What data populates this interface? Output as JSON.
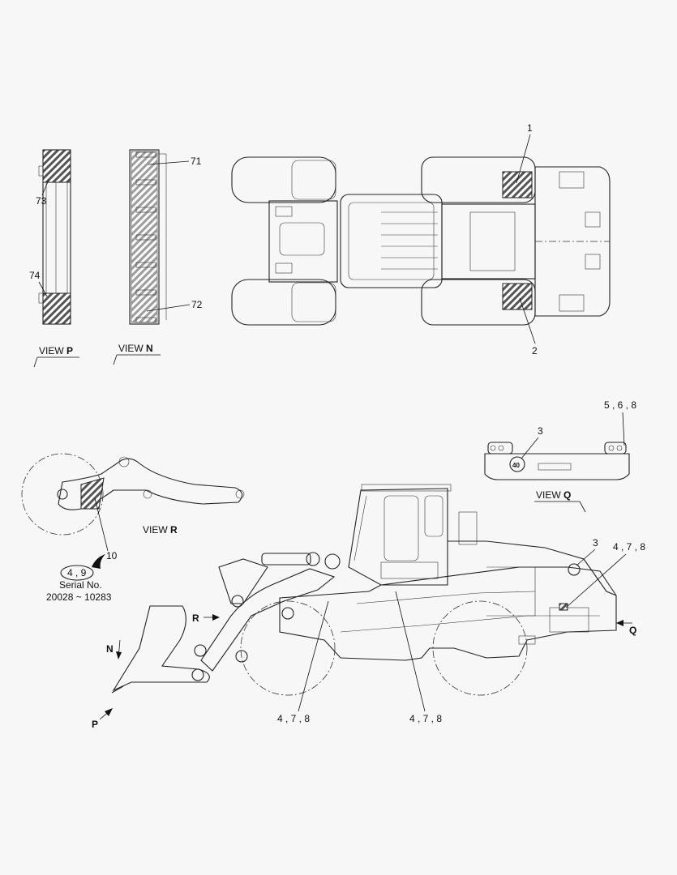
{
  "callouts": {
    "c1": "1",
    "c2": "2",
    "c3a": "3",
    "c3b": "3",
    "c568": "5 , 6 , 8",
    "c478a": "4 , 7 , 8",
    "c478b": "4 , 7 , 8",
    "c478c": "4 , 7 , 8",
    "c10": "10",
    "c71": "71",
    "c72": "72",
    "c73": "73",
    "c74": "74",
    "badge": "40"
  },
  "views": {
    "p_prefix": "VIEW ",
    "p_letter": "P",
    "n_prefix": "VIEW ",
    "n_letter": "N",
    "q_prefix": "VIEW ",
    "q_letter": "Q",
    "r_prefix": "VIEW ",
    "r_letter": "R"
  },
  "arrows": {
    "r": "R",
    "q": "Q",
    "n": "N",
    "p": "P"
  },
  "serial": {
    "oval": "4 , 9",
    "label": "Serial No.",
    "range": "20028 ~ 10283"
  }
}
